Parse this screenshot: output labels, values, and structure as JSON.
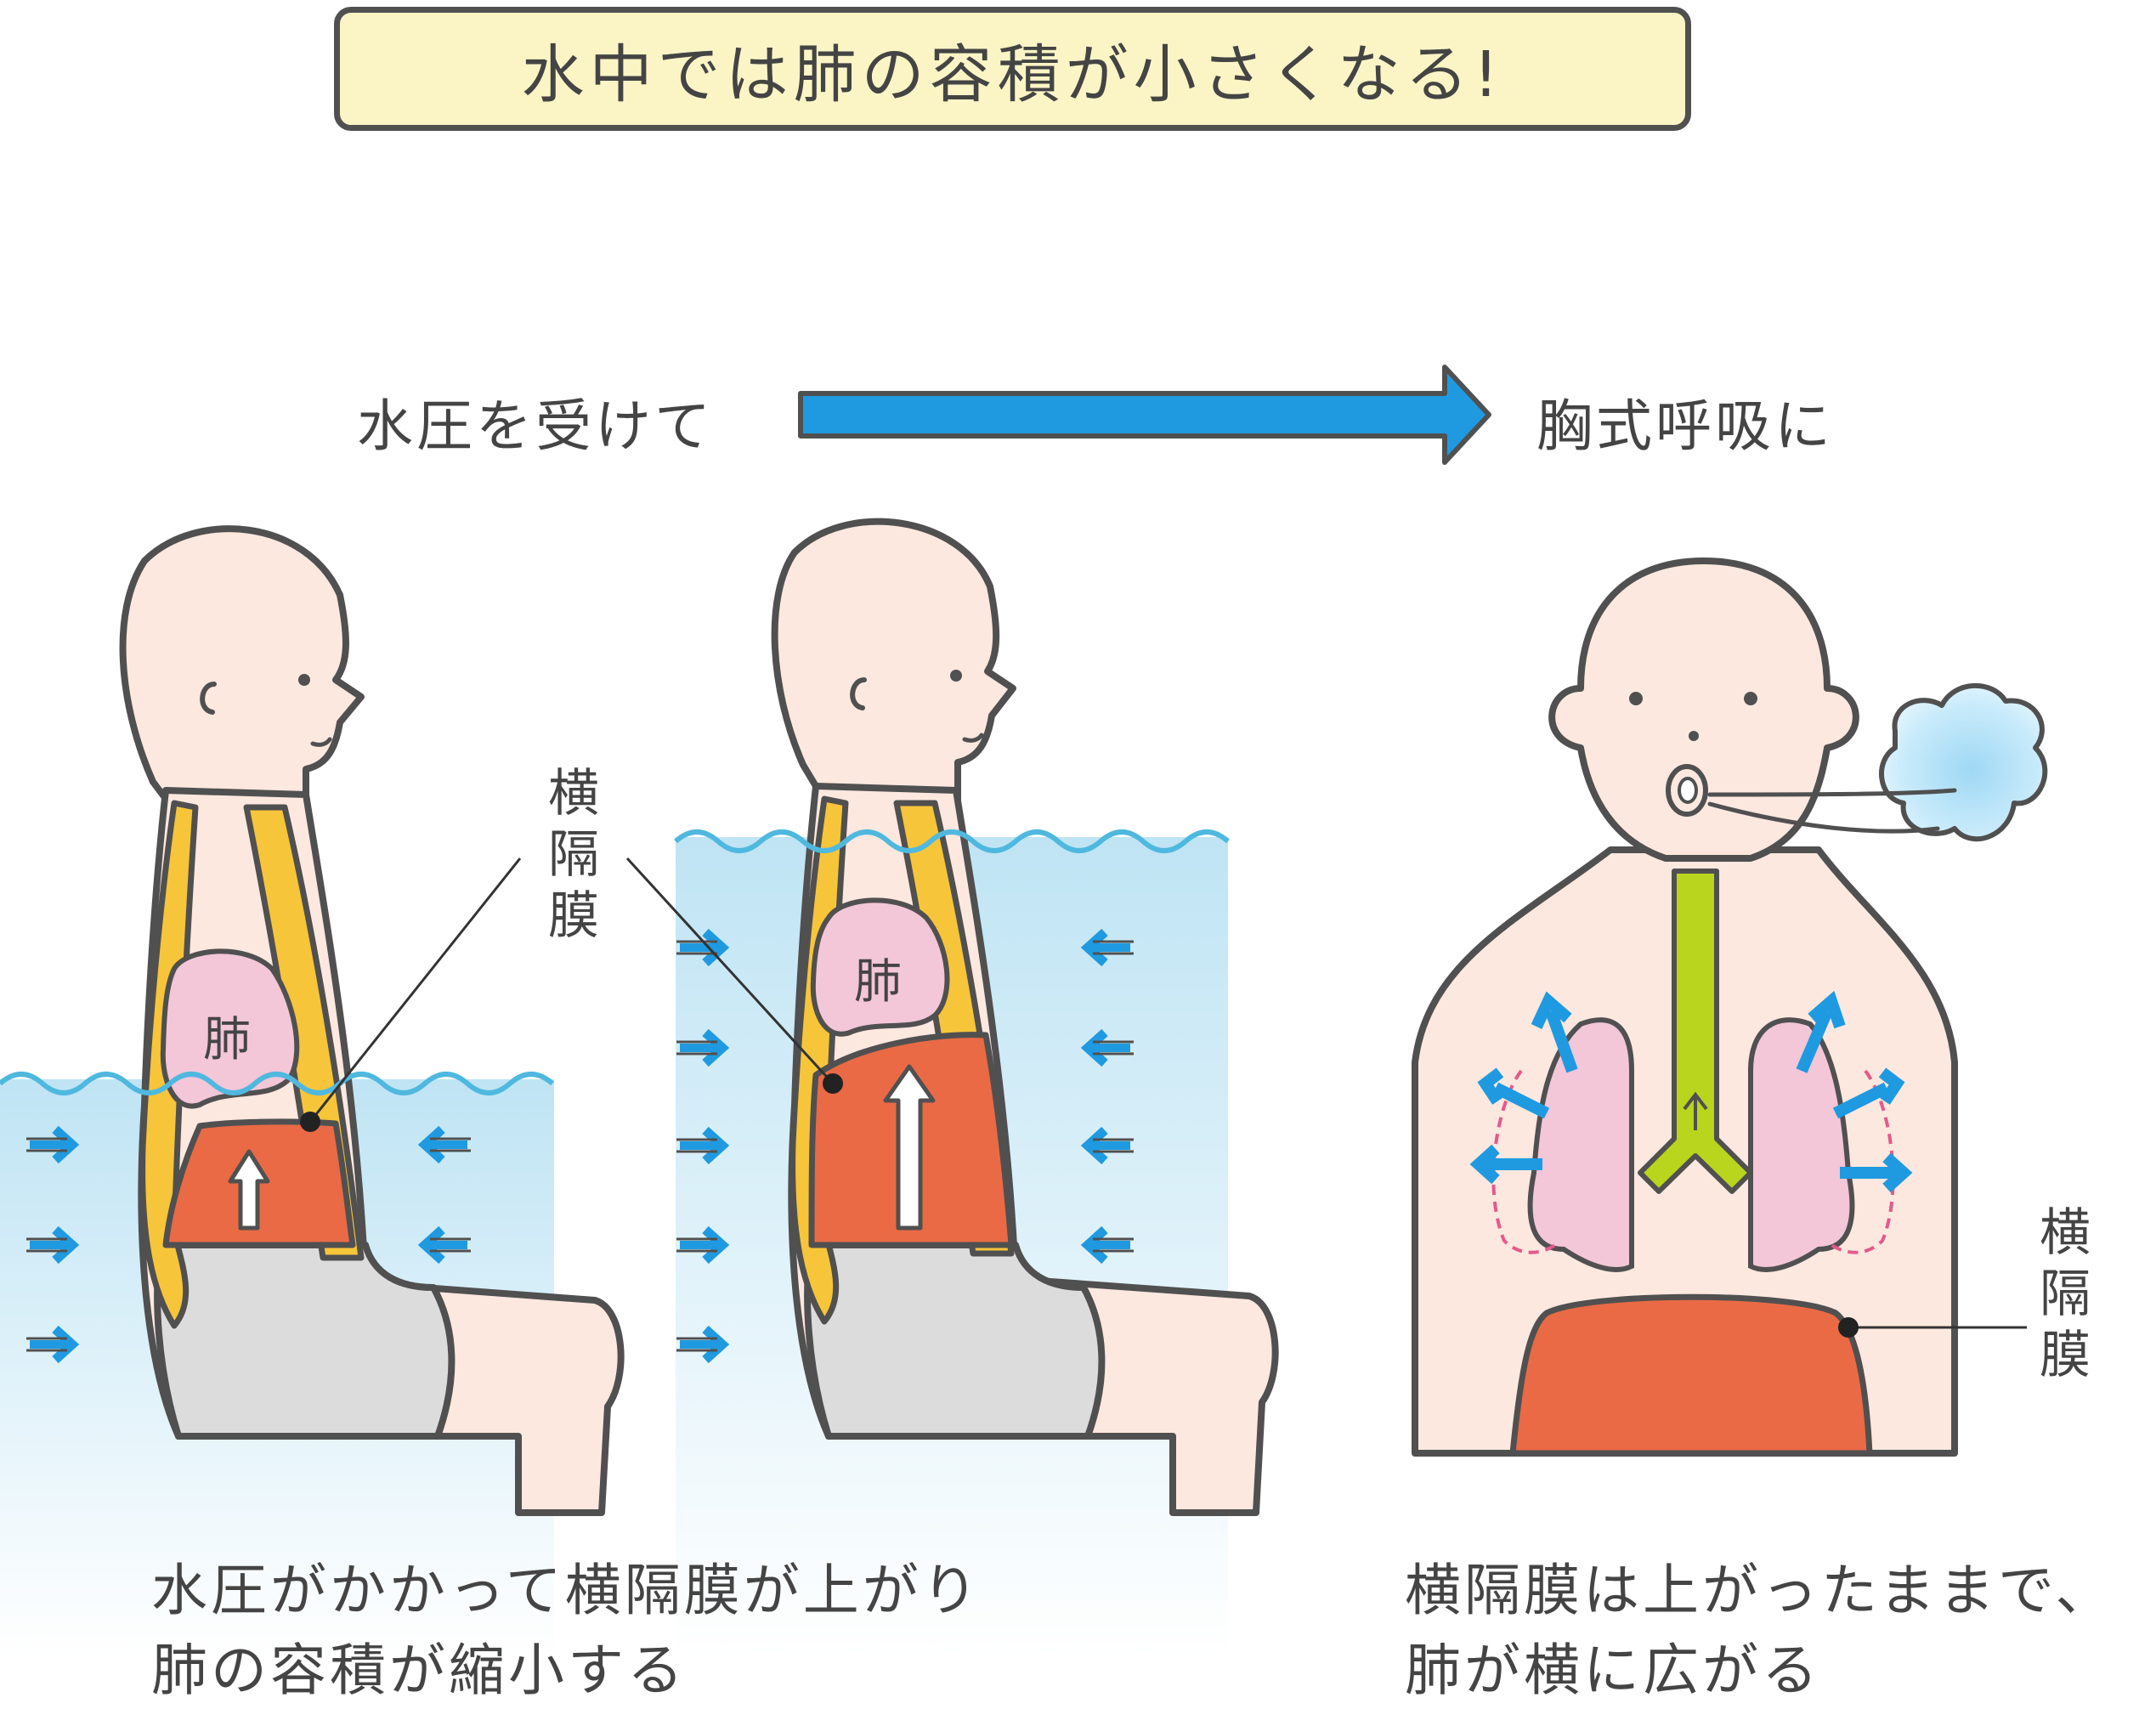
{
  "title": "水中では肺の容積が小さくなる!",
  "flow": {
    "left": "水圧を受けて",
    "right": "胸式呼吸に"
  },
  "labels": {
    "lung": "肺",
    "diaphragm": "横隔膜"
  },
  "captions": {
    "left_line1": "水圧がかかって横隔膜が上がり",
    "left_line2": "肺の容積が縮小する",
    "right_line1": "横隔膜は上がったままで、",
    "right_line2": "肺が横に広がる"
  },
  "colors": {
    "outline": "#505050",
    "skin": "#fde8df",
    "spine": "#f7c53a",
    "diaphragm": "#e96a45",
    "lung": "#f3c6d8",
    "shorts": "#dcdcdc",
    "pressure_arrow": "#1f9ae0",
    "water_line": "#4fb8df",
    "water_top": "#bfe4f4",
    "trachea": "#b9d51e",
    "title_bg": "#fbf5c6",
    "breath_cloud": "#a9dcf5"
  }
}
